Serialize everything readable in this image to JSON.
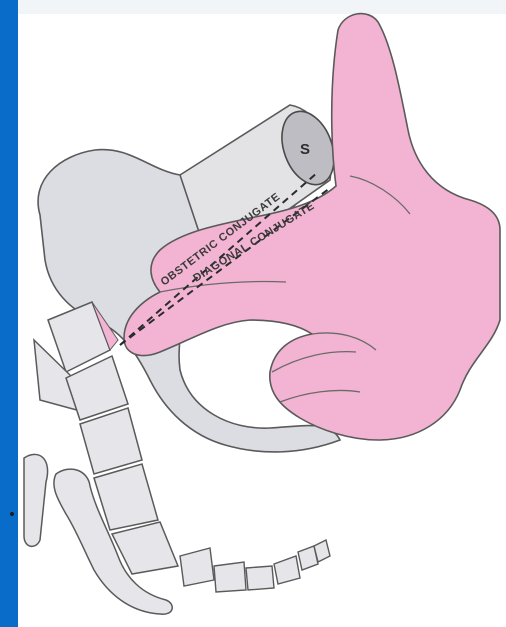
{
  "diagram": {
    "labels": {
      "obstetric_conjugate": "OBSTETRIC CONJUGATE",
      "diagonal_conjugate": "DIAGONAL CONJUGATE",
      "sacral_promontory_marker": "S"
    }
  },
  "colors": {
    "frame_blue": "#0a6cc9",
    "glove_pink": "#f3b4d3",
    "bone_gray": "#dadbe0",
    "outline": "#555555"
  }
}
